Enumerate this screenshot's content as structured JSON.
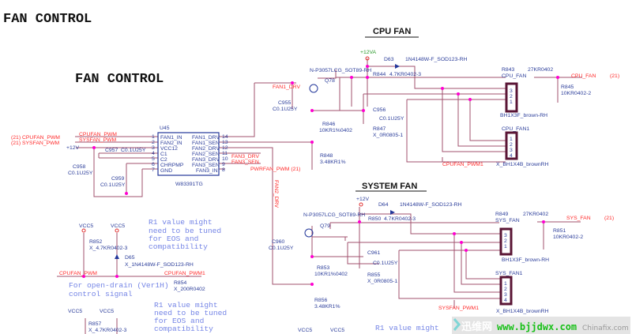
{
  "titles": {
    "main": "FAN CONTROL",
    "sub": "FAN CONTROL",
    "cpu_section": "CPU FAN",
    "sys_section": "SYSTEM FAN"
  },
  "u45": {
    "ref": "U45",
    "part": "W83391TG",
    "left_pins": [
      {
        "n": "1",
        "name": "FAN1_IN"
      },
      {
        "n": "2",
        "name": "FAN2_IN"
      },
      {
        "n": "3",
        "name": "VCC12"
      },
      {
        "n": "4",
        "name": "C1"
      },
      {
        "n": "5",
        "name": "C2"
      },
      {
        "n": "6",
        "name": "CHRPMP"
      },
      {
        "n": "7",
        "name": "GND"
      }
    ],
    "right_pins": [
      {
        "n": "14",
        "name": "FAN1_DRV"
      },
      {
        "n": "13",
        "name": "FAN1_SEN"
      },
      {
        "n": "12",
        "name": "FAN2_DRV"
      },
      {
        "n": "11",
        "name": "FAN2_SEN"
      },
      {
        "n": "10",
        "name": "FAN3_DRV"
      },
      {
        "n": "9",
        "name": "FAN3_SEN"
      },
      {
        "n": "8",
        "name": "FAN3_IN"
      }
    ]
  },
  "left_nets": {
    "cpufan_in": "(21)  CPUFAN_PWM",
    "sysfan_in": "(21)  SYSFAN_PWM",
    "cpufan_label": "CPUFAN_PWM",
    "sysfan_label": "SYSFAN_PWM",
    "v12": "+12V",
    "fan3_drv": "FAN3_DRV",
    "fan3_sen": "FAN3_SEN",
    "pwrfan": "PWRFAN_PWM  (21)",
    "fan1_drv": "FAN1_DRV",
    "fan2_drv": "FAN2_DRV"
  },
  "caps": {
    "c957": "C957",
    "c957v": "C0.1U25Y",
    "c958": "C958",
    "c958v": "C0.1U25Y",
    "c959": "C959",
    "c959v": "C0.1U25Y",
    "c955": "C955",
    "c955v": "C0.1U25Y",
    "c960": "C960",
    "c960v": "C0.1U25Y"
  },
  "cpu_fan": {
    "rail": "+12VA",
    "diode": "D63",
    "diode_part": "1N4148W-F_SOD123-RH",
    "fet_part": "N-P3057LCG_SOT89-RH",
    "fet": "Q78",
    "r844": "R844",
    "r844v": "4.7KR0402-3",
    "r843": "R843",
    "net": "CPU_FAN",
    "r843v": "27KR0402",
    "out": "CPU_FAN",
    "out_ref": "(21)",
    "r845": "R845",
    "r845v": "10KR0402-2",
    "conn3": "BH1X3F_brown-RH",
    "conn4_ref": "CPU_FAN1",
    "conn4": "X_BH1X4B_brownRH",
    "pwm1": "CPUFAN_PWM1",
    "c956": "C956",
    "c956v": "C0.1U25Y",
    "r846": "R846",
    "r846v": "10KR1%0402",
    "r847": "R847",
    "r847v": "X_0R0805-1",
    "r848": "R848",
    "r848v": "3.48KR1%"
  },
  "sys_fan": {
    "rail": "+12V",
    "diode": "D64",
    "diode_part": "1N4148W-F_SOD123-RH",
    "fet_part": "N-P3057LCG_SOT89-RH",
    "fet": "Q79",
    "r850": "R850",
    "r850v": "4.7KR0402-3",
    "r849": "R849",
    "net": "SYS_FAN",
    "r849v": "27KR0402",
    "out": "SYS_FAN",
    "out_ref": "(21)",
    "r851": "R851",
    "r851v": "10KR0402-2",
    "conn3": "BH1X3F_brown-RH",
    "conn4_ref": "SYS_FAN1",
    "conn4": "X_BH1X4B_brownRH",
    "pwm1": "SYSFAN_PWM1",
    "c961": "C961",
    "c961v": "C0.1U25Y",
    "r853": "R853",
    "r853v": "10KR1%0402",
    "r855": "R855",
    "r855v": "X_0R0805-1",
    "r856": "R856",
    "r856v": "3.48KR1%"
  },
  "open_drain": {
    "vcc_a": "VCC5",
    "vcc_b": "VCC5",
    "r852": "R852",
    "r852v": "X_4.7KR0402-3",
    "d65": "D65",
    "d65v": "X_1N4148W-F_SOD123-RH",
    "net_in": "CPUFAN_PWM",
    "net_out": "CPUFAN_PWM1",
    "r854": "R854",
    "r854v": "X_200R0402",
    "comment1": "For open-drain (Ver1H)",
    "comment2": "control signal",
    "vcc_c": "VCC5",
    "vcc_d": "VCC5",
    "r857": "R857",
    "r857v": "X_4.7KR0402-3",
    "vcc_e": "VCC5",
    "vcc_f": "VCC5"
  },
  "notes": [
    [
      "R1 value might",
      "need to be tuned",
      "for EOS and",
      "compatibility"
    ],
    [
      "R1 value might",
      "need to be tuned",
      "for EOS and",
      "compatibility"
    ],
    [
      "R1 value might"
    ]
  ],
  "pin_nums": {
    "p1": "1",
    "p2": "2",
    "p3": "3"
  },
  "watermark": {
    "cn": "迅维网",
    "url": "www.bjjdwx.com",
    "bg": "Chinafix.com"
  }
}
